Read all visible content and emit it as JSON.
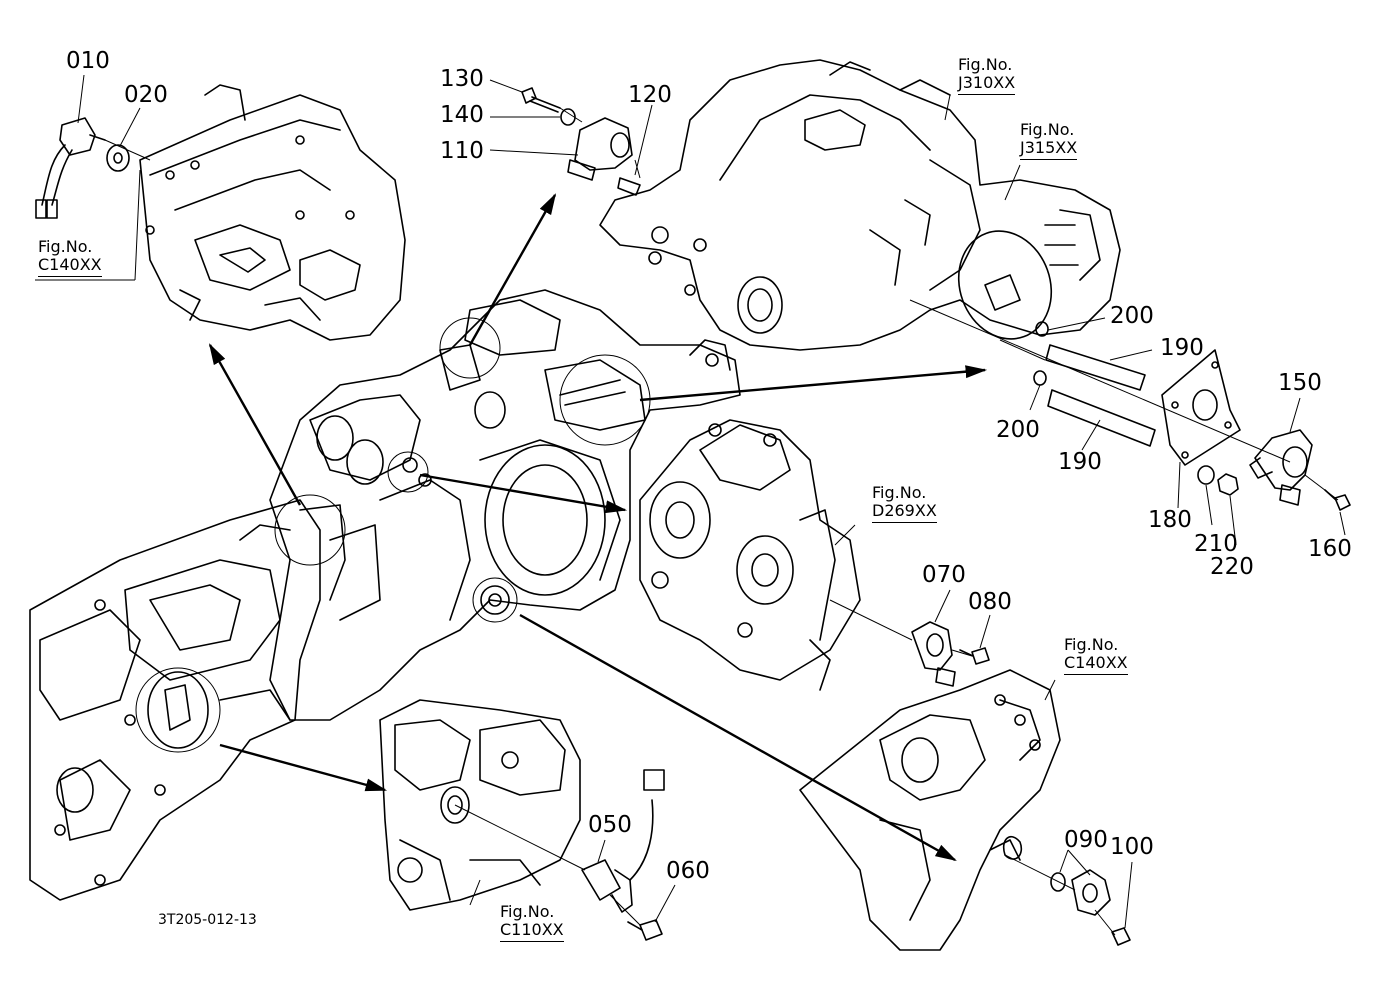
{
  "diagram": {
    "reference": "3T205-012-13",
    "part_labels": [
      {
        "id": "p010",
        "text": "010"
      },
      {
        "id": "p020",
        "text": "020"
      },
      {
        "id": "p050",
        "text": "050"
      },
      {
        "id": "p060",
        "text": "060"
      },
      {
        "id": "p070",
        "text": "070"
      },
      {
        "id": "p080",
        "text": "080"
      },
      {
        "id": "p090",
        "text": "090"
      },
      {
        "id": "p100",
        "text": "100"
      },
      {
        "id": "p110",
        "text": "110"
      },
      {
        "id": "p120",
        "text": "120"
      },
      {
        "id": "p130",
        "text": "130"
      },
      {
        "id": "p140",
        "text": "140"
      },
      {
        "id": "p150",
        "text": "150"
      },
      {
        "id": "p160",
        "text": "160"
      },
      {
        "id": "p180",
        "text": "180"
      },
      {
        "id": "p190a",
        "text": "190"
      },
      {
        "id": "p190b",
        "text": "190"
      },
      {
        "id": "p200a",
        "text": "200"
      },
      {
        "id": "p200b",
        "text": "200"
      },
      {
        "id": "p210",
        "text": "210"
      },
      {
        "id": "p220",
        "text": "220"
      }
    ],
    "figure_refs": [
      {
        "id": "f1",
        "prefix": "Fig.No.",
        "code": "C140XX"
      },
      {
        "id": "f2",
        "prefix": "Fig.No.",
        "code": "J310XX"
      },
      {
        "id": "f3",
        "prefix": "Fig.No.",
        "code": "J315XX"
      },
      {
        "id": "f4",
        "prefix": "Fig.No.",
        "code": "D269XX"
      },
      {
        "id": "f5",
        "prefix": "Fig.No.",
        "code": "C140XX"
      },
      {
        "id": "f6",
        "prefix": "Fig.No.",
        "code": "C110XX"
      }
    ]
  }
}
